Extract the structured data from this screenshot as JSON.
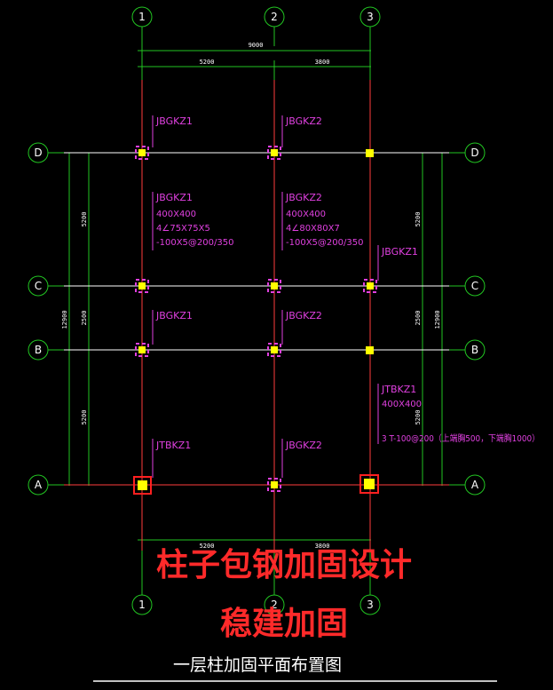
{
  "axes": {
    "columns": [
      "1",
      "2",
      "3"
    ],
    "rows": [
      "D",
      "C",
      "B",
      "A"
    ]
  },
  "dimensions": {
    "top_total": "9000",
    "top_span_1_2": "5200",
    "top_span_2_3": "3800",
    "bottom_span_1_2": "5200",
    "bottom_span_2_3": "3800",
    "left_total": "12900",
    "left_span_D_C": "5200",
    "left_span_C_B": "2500",
    "left_span_B_A": "5200",
    "right_total": "12900",
    "right_span_D_C": "5200",
    "right_span_C_B": "2500",
    "right_span_B_A": "5200"
  },
  "tags": {
    "d1": "JBGKZ1",
    "d2": "JBGKZ2",
    "c3": "JBGKZ1",
    "b1": "JBGKZ1",
    "b2": "JBGKZ2",
    "a1": "JTBKZ1",
    "a2": "JBGKZ2",
    "a3": "JTBKZ1"
  },
  "detail_1": {
    "tag": "JBGKZ1",
    "size": "400X400",
    "angle": "4∠75X75X5",
    "plate": "-100X5@200/350"
  },
  "detail_2": {
    "tag": "JBGKZ2",
    "size": "400X400",
    "angle": "4∠80X80X7",
    "plate": "-100X5@200/350"
  },
  "detail_3": {
    "size": "400X400",
    "note": "3 T-100@200（上端胸500，下端胸1000）"
  },
  "watermark": {
    "line1": "柱子包钢加固设计",
    "line2": "稳建加固"
  },
  "title": "一层柱加固平面布置图",
  "colors": {
    "background": "#000000",
    "axis_line": "#ffffff",
    "column_line": "#ff3b3b",
    "dim_line": "#22c522",
    "column_fill": "#ffff00",
    "jbgkz_outline": "#e040e0",
    "jtbkz_outline": "#ff2020",
    "annotation": "#e040e0",
    "watermark": "#ff2a2a"
  }
}
